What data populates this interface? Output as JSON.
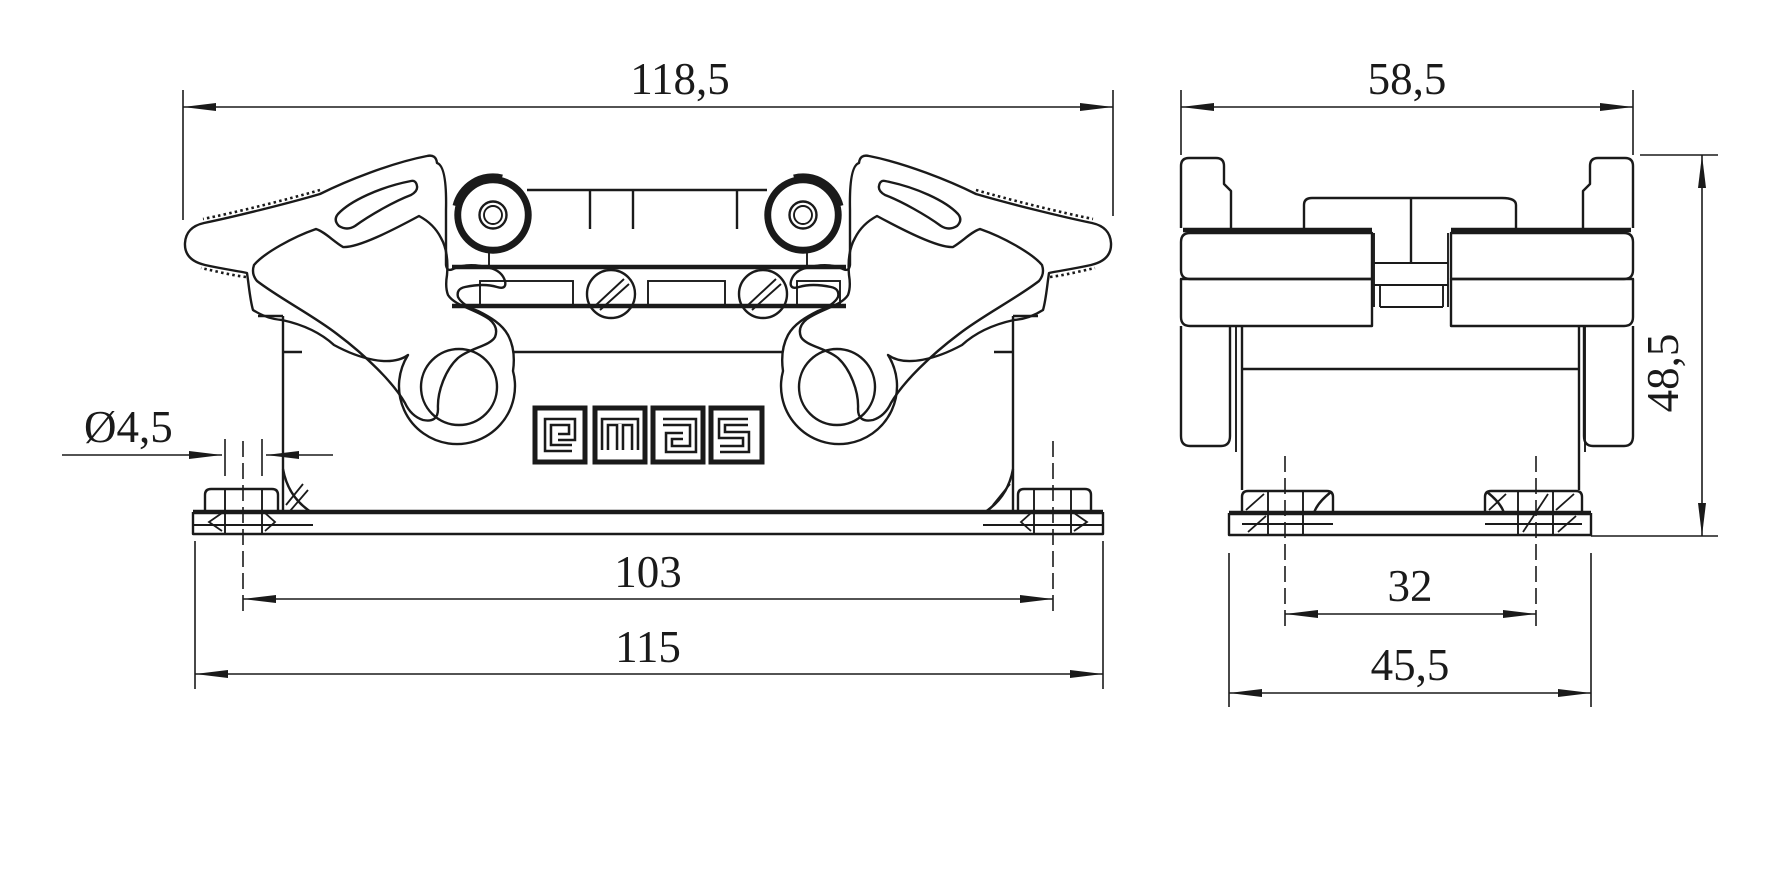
{
  "page": {
    "background": "#ffffff",
    "line_color": "#1a1a1a"
  },
  "drawing": {
    "brand_logo": "emas",
    "description": "Heavy duty connector hood, two-view dimensioned drawing",
    "views": {
      "front": {
        "dims": {
          "overall_width": "118,5",
          "hole_diameter": "Ø4,5",
          "hole_spacing": "103",
          "base_width": "115"
        }
      },
      "side": {
        "dims": {
          "overall_width": "58,5",
          "overall_height": "48,5",
          "hole_spacing": "32",
          "base_width": "45,5"
        }
      }
    }
  }
}
